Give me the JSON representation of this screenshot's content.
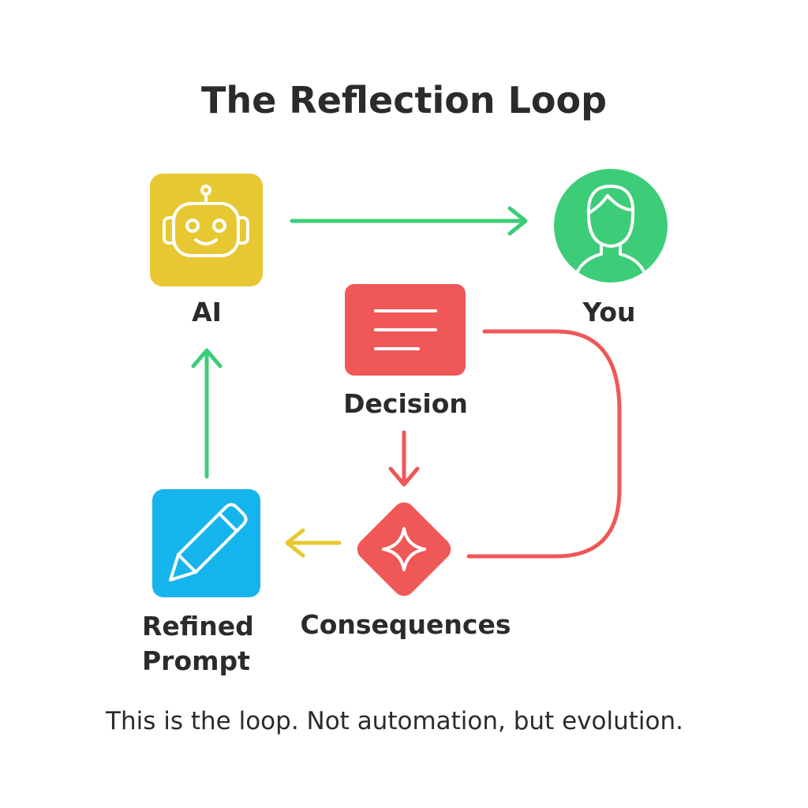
{
  "title": "The Reflection Loop",
  "nodes": {
    "ai": {
      "label": "AI",
      "color": "#E7C832",
      "icon": "robot-icon"
    },
    "you": {
      "label": "You",
      "color": "#3DCC78",
      "icon": "person-icon"
    },
    "decision": {
      "label": "Decision",
      "color": "#F05757",
      "icon": "document-lines-icon"
    },
    "consequences": {
      "label": "Consequences",
      "color": "#F05757",
      "icon": "sparkle-icon"
    },
    "refined": {
      "label_line1": "Refined",
      "label_line2": "Prompt",
      "color": "#16B4EC",
      "icon": "pencil-icon"
    }
  },
  "edges": {
    "ai_to_you": {
      "color": "#3DCC78"
    },
    "you_to_consequences": {
      "color": "#F05757"
    },
    "decision_to_consequences": {
      "color": "#F05757"
    },
    "consequences_to_refined": {
      "color": "#E7C832"
    },
    "refined_to_ai": {
      "color": "#3DCC78"
    }
  },
  "caption": "This is the loop. Not automation, but evolution."
}
